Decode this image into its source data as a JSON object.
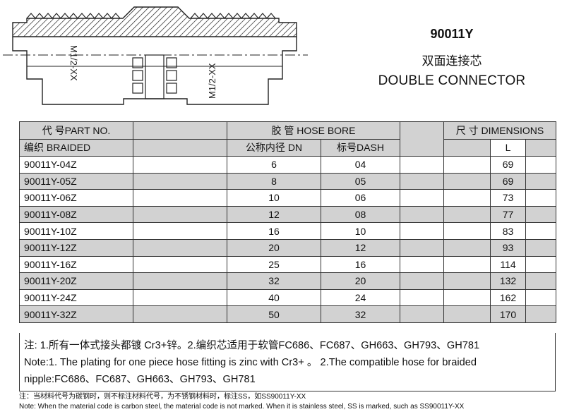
{
  "product": {
    "model": "90011Y",
    "name_cn": "双面连接芯",
    "name_en": "DOUBLE CONNECTOR"
  },
  "drawing": {
    "left_thread": "M1/2-XX",
    "right_thread": "M1/2-XX"
  },
  "table": {
    "headers": {
      "part_no": "代 号PART NO.",
      "hose_bore": "胶 管 HOSE BORE",
      "dimensions": "尺 寸 DIMENSIONS",
      "braided": "编织 BRAIDED",
      "dn": "公称内径 DN",
      "dash": "标号DASH",
      "l": "L"
    },
    "rows": [
      {
        "part": "90011Y-04Z",
        "dn": "6",
        "dash": "04",
        "l": "69"
      },
      {
        "part": "90011Y-05Z",
        "dn": "8",
        "dash": "05",
        "l": "69"
      },
      {
        "part": "90011Y-06Z",
        "dn": "10",
        "dash": "06",
        "l": "73"
      },
      {
        "part": "90011Y-08Z",
        "dn": "12",
        "dash": "08",
        "l": "77"
      },
      {
        "part": "90011Y-10Z",
        "dn": "16",
        "dash": "10",
        "l": "83"
      },
      {
        "part": "90011Y-12Z",
        "dn": "20",
        "dash": "12",
        "l": "93"
      },
      {
        "part": "90011Y-16Z",
        "dn": "25",
        "dash": "16",
        "l": "114"
      },
      {
        "part": "90011Y-20Z",
        "dn": "32",
        "dash": "20",
        "l": "132"
      },
      {
        "part": "90011Y-24Z",
        "dn": "40",
        "dash": "24",
        "l": "162"
      },
      {
        "part": "90011Y-32Z",
        "dn": "50",
        "dash": "32",
        "l": "170"
      }
    ]
  },
  "notes": {
    "cn": "注: 1.所有一体式接头都镀 Cr3+锌。2.编织芯适用于软管FC686、FC687、GH663、GH793、GH781",
    "en_line1": "Note:1. The plating for one piece hose fitting is zinc with Cr3+ 。 2.The compatible hose for braided",
    "en_line2": "nipple:FC686、FC687、GH663、GH793、GH781"
  },
  "footnote": {
    "cn": "注：当材料代号为碳钢时，则不标注材料代号，为不锈钢材料时，标注SS，如SS90011Y-XX",
    "en": "Note: When the material code is carbon steel, the material code is not marked. When it is stainless steel, SS is marked, such as SS90011Y-XX"
  }
}
